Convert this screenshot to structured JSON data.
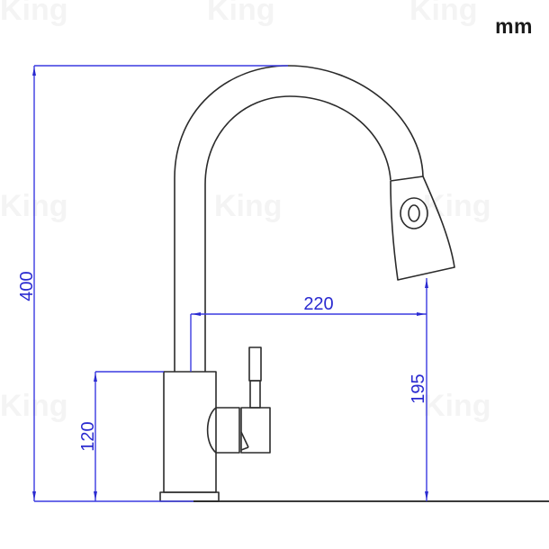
{
  "drawing": {
    "unit_label": "mm",
    "subject": "pull-down kitchen faucet side elevation",
    "colors": {
      "outline": "#2b2b2b",
      "dimension": "#3a3ae0",
      "dimension_text": "#2a2ad0",
      "ground": "#3a3a3a",
      "background": "#ffffff"
    }
  },
  "dimensions": {
    "total_height": {
      "value": "400",
      "orientation": "vertical"
    },
    "body_height": {
      "value": "120",
      "orientation": "vertical"
    },
    "spout_height": {
      "value": "195",
      "orientation": "vertical"
    },
    "spout_reach": {
      "value": "220",
      "orientation": "horizontal"
    }
  },
  "watermarks": [
    "King",
    "King",
    "King",
    "King",
    "King",
    "King",
    "King",
    "King"
  ]
}
